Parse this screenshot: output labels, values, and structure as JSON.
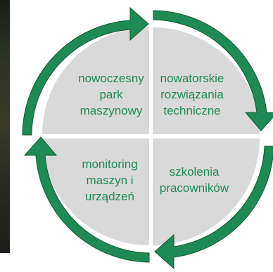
{
  "cycle": {
    "accent_color": "#1e8a55",
    "segment_fill": "#d9d9d9",
    "segments": [
      {
        "id": "top-left",
        "label": "nowoczesny\npark\nmaszynowy"
      },
      {
        "id": "top-right",
        "label": "nowatorskie\nrozwiązania\ntechniczne"
      },
      {
        "id": "bottom-left",
        "label": "monitoring\nmaszyn i\nurządzeń"
      },
      {
        "id": "bottom-right",
        "label": "szkolenia\npracowników"
      }
    ]
  }
}
